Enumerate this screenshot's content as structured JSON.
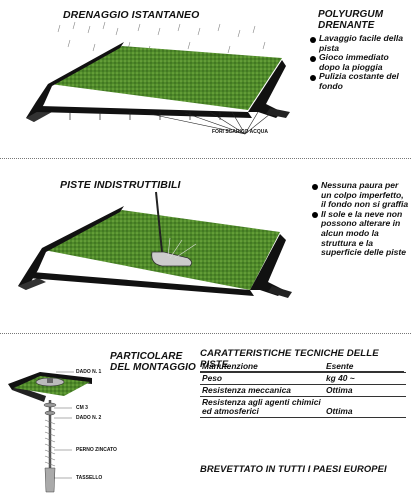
{
  "section1": {
    "title": "DRENAGGIO ISTANTANEO",
    "callout": "FORI SCARICO ACQUA",
    "side_title_1": "POLYURGUM",
    "side_title_2": "DRENANTE",
    "bullets": [
      "Lavaggio facile della pista",
      "Gioco immediato dopo la pioggia",
      "Pulizia costante del fondo"
    ]
  },
  "section2": {
    "title": "PISTE INDISTRUTTIBILI",
    "bullets": [
      "Nessuna paura per un colpo imperfetto, il fondo non si graffia",
      "Il sole e la neve non possono alterare in alcun modo la struttura e la superficie delle piste"
    ]
  },
  "section3": {
    "title_1": "PARTICOLARE",
    "title_2": "DEL MONTAGGIO",
    "labels": {
      "dado1": "DADO N. 1",
      "cm3": "CM 3",
      "dado2": "DADO N. 2",
      "perno": "PERNO ZINCATO",
      "tassello": "TASSELLO"
    },
    "table_title": "CARATTERISTICHE TECNICHE DELLE PISTE",
    "rows": [
      {
        "name": "Manutenzione",
        "value": "Esente"
      },
      {
        "name": "Peso",
        "value": "kg 40 ~"
      },
      {
        "name": "Resistenza meccanica",
        "value": "Ottima"
      },
      {
        "name": "Resistenza agli agenti chimici ed atmosferici",
        "value": "Ottima"
      }
    ],
    "footer": "BREVETTATO IN TUTTI I PAESI EUROPEI"
  },
  "colors": {
    "turf": "#4f8a2a",
    "frame": "#111111"
  }
}
